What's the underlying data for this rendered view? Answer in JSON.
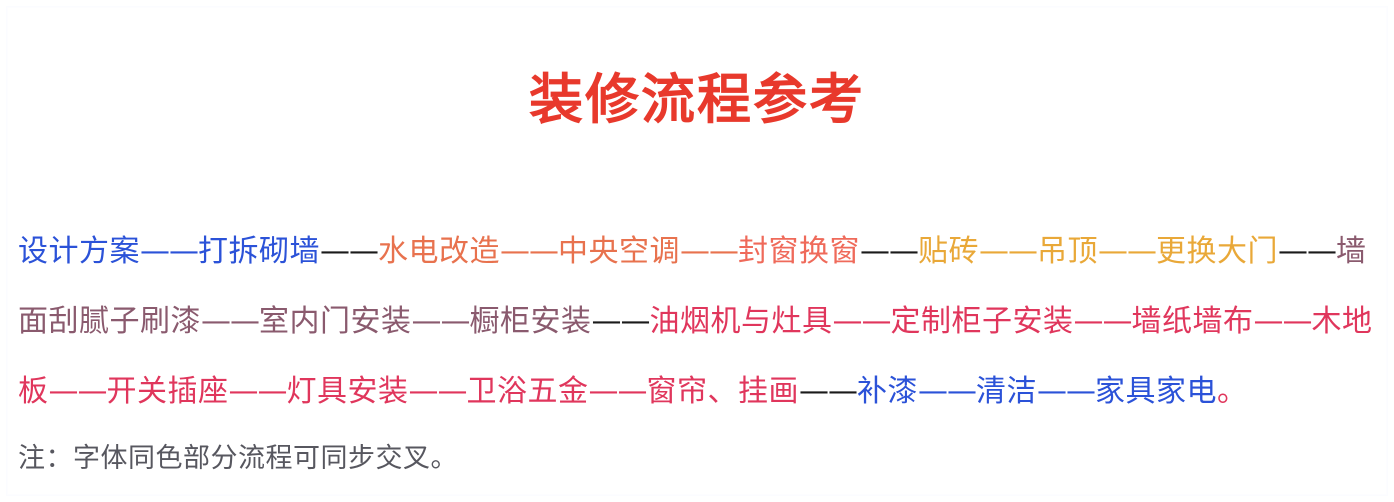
{
  "document": {
    "title": "装修流程参考",
    "title_color": "#e8392c",
    "background_color": "#ffffff"
  },
  "palette": {
    "blue": "#2b52d8",
    "coral": "#e8724e",
    "salmon_red": "#ef6a5a",
    "gold": "#e9a838",
    "mauve": "#8a5a6e",
    "crimson": "#e0365c",
    "dash_black": "#1a1a1a",
    "note_gray": "#57575f"
  },
  "flow": {
    "separator": "——",
    "segments": [
      {
        "text": "设计方案",
        "color_key": "blue"
      },
      {
        "text": "——",
        "color_key": "blue"
      },
      {
        "text": "打拆砌墙",
        "color_key": "blue"
      },
      {
        "text": "——",
        "color_key": "dash_black"
      },
      {
        "text": "水电改造",
        "color_key": "coral"
      },
      {
        "text": "——",
        "color_key": "coral"
      },
      {
        "text": "中央空调",
        "color_key": "coral"
      },
      {
        "text": "——",
        "color_key": "coral"
      },
      {
        "text": "封窗换窗",
        "color_key": "salmon_red"
      },
      {
        "text": "——",
        "color_key": "dash_black"
      },
      {
        "text": "贴砖",
        "color_key": "gold"
      },
      {
        "text": "——",
        "color_key": "gold"
      },
      {
        "text": "吊顶",
        "color_key": "gold"
      },
      {
        "text": "——",
        "color_key": "gold"
      },
      {
        "text": "更换大门",
        "color_key": "gold"
      },
      {
        "text": "——",
        "color_key": "dash_black"
      },
      {
        "text": "墙面刮腻子刷漆",
        "color_key": "mauve"
      },
      {
        "text": "——",
        "color_key": "mauve"
      },
      {
        "text": "室内门安装",
        "color_key": "mauve"
      },
      {
        "text": "——",
        "color_key": "mauve"
      },
      {
        "text": "橱柜安装",
        "color_key": "mauve"
      },
      {
        "text": "——",
        "color_key": "dash_black"
      },
      {
        "text": "油烟机与灶具",
        "color_key": "crimson"
      },
      {
        "text": "——",
        "color_key": "crimson"
      },
      {
        "text": "定制柜子安装",
        "color_key": "crimson"
      },
      {
        "text": "——",
        "color_key": "crimson"
      },
      {
        "text": "墙纸墙布",
        "color_key": "crimson"
      },
      {
        "text": "——",
        "color_key": "crimson"
      },
      {
        "text": "木地板",
        "color_key": "crimson"
      },
      {
        "text": "——",
        "color_key": "crimson"
      },
      {
        "text": "开关插座",
        "color_key": "crimson"
      },
      {
        "text": "——",
        "color_key": "crimson"
      },
      {
        "text": "灯具安装",
        "color_key": "crimson"
      },
      {
        "text": "——",
        "color_key": "crimson"
      },
      {
        "text": "卫浴五金",
        "color_key": "crimson"
      },
      {
        "text": "——",
        "color_key": "crimson"
      },
      {
        "text": "窗帘、挂画",
        "color_key": "crimson"
      },
      {
        "text": "——",
        "color_key": "dash_black"
      },
      {
        "text": "补漆",
        "color_key": "blue"
      },
      {
        "text": "——",
        "color_key": "blue"
      },
      {
        "text": "清洁",
        "color_key": "blue"
      },
      {
        "text": "——",
        "color_key": "blue"
      },
      {
        "text": "家具家电",
        "color_key": "blue"
      },
      {
        "text": "。",
        "color_key": "crimson"
      }
    ],
    "plain_text": "设计方案——打拆砌墙——水电改造——中央空调——封窗换窗——贴砖——吊顶——更换大门——墙面刮腻子刷漆——室内门安装——橱柜安装——油烟机与灶具——定制柜子安装——墙纸墙布——木地板——开关插座——灯具安装——卫浴五金——窗帘、挂画——补漆——清洁——家具家电。"
  },
  "note": {
    "text": "注：字体同色部分流程可同步交叉。"
  }
}
